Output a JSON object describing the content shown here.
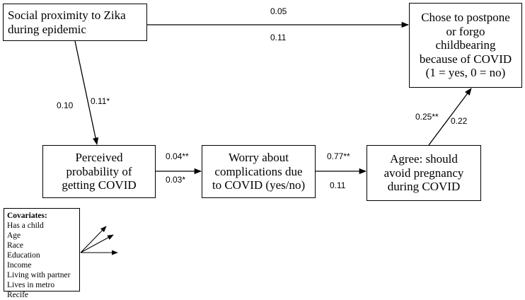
{
  "nodes": {
    "social": [
      "Social proximity to Zika",
      "during epidemic"
    ],
    "chose": [
      "Chose to postpone",
      "or forgo",
      "childbearing",
      "because of COVID",
      "(1 = yes, 0 = no)"
    ],
    "perceived": [
      "Perceived",
      "probability of",
      "getting COVID"
    ],
    "worry": [
      "Worry about",
      "complications due",
      "to COVID (yes/no)"
    ],
    "agree": [
      "Agree: should",
      "avoid pregnancy",
      "during COVID"
    ]
  },
  "covariates": {
    "title": "Covariates:",
    "items": [
      "Has a child",
      "Age",
      "Race",
      "Education",
      "Income",
      "Living with partner",
      "Lives in metro Recife"
    ]
  },
  "paths": {
    "social_to_chose": {
      "top": "0.05",
      "bottom": "0.11"
    },
    "social_to_perceived": {
      "left": "0.10",
      "right": "0.11*"
    },
    "perceived_to_worry": {
      "top": "0.04**",
      "bottom": "0.03*"
    },
    "worry_to_agree": {
      "top": "0.77**",
      "bottom": "0.11"
    },
    "agree_to_chose": {
      "left": "0.25**",
      "right": "0.22"
    }
  }
}
